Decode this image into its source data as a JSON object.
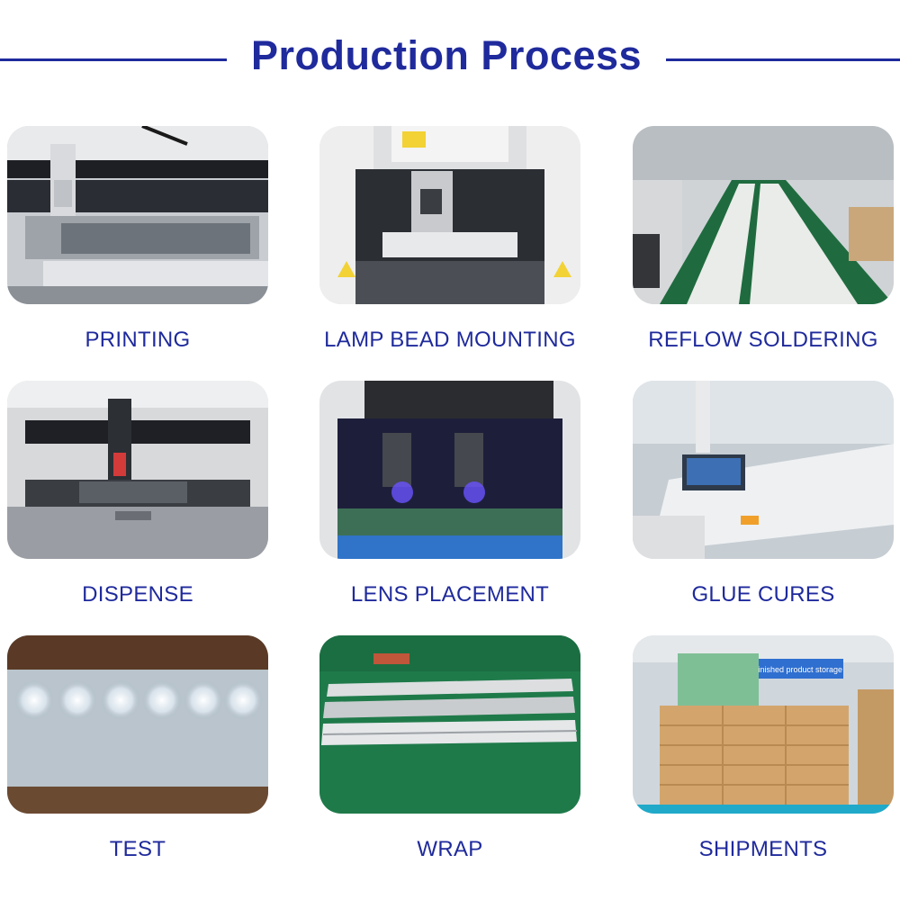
{
  "title": "Production Process",
  "steps": [
    {
      "label": "PRINTING",
      "icon": "printing-machine-photo"
    },
    {
      "label": "LAMP BEAD MOUNTING",
      "icon": "pick-and-place-machine-photo"
    },
    {
      "label": "REFLOW SOLDERING",
      "icon": "conveyor-belt-photo"
    },
    {
      "label": "DISPENSE",
      "icon": "dispensing-machine-photo"
    },
    {
      "label": "LENS PLACEMENT",
      "icon": "lens-placement-machine-photo"
    },
    {
      "label": "GLUE CURES",
      "icon": "curing-oven-photo"
    },
    {
      "label": "TEST",
      "icon": "led-strip-test-photo"
    },
    {
      "label": "WRAP",
      "icon": "wrapped-led-bars-photo"
    },
    {
      "label": "SHIPMENTS",
      "icon": "boxed-shipments-photo"
    }
  ],
  "photo_texts": {
    "storage_sign": "finished product storage"
  },
  "colors": {
    "accent": "#1f2a9c",
    "background": "#ffffff"
  }
}
